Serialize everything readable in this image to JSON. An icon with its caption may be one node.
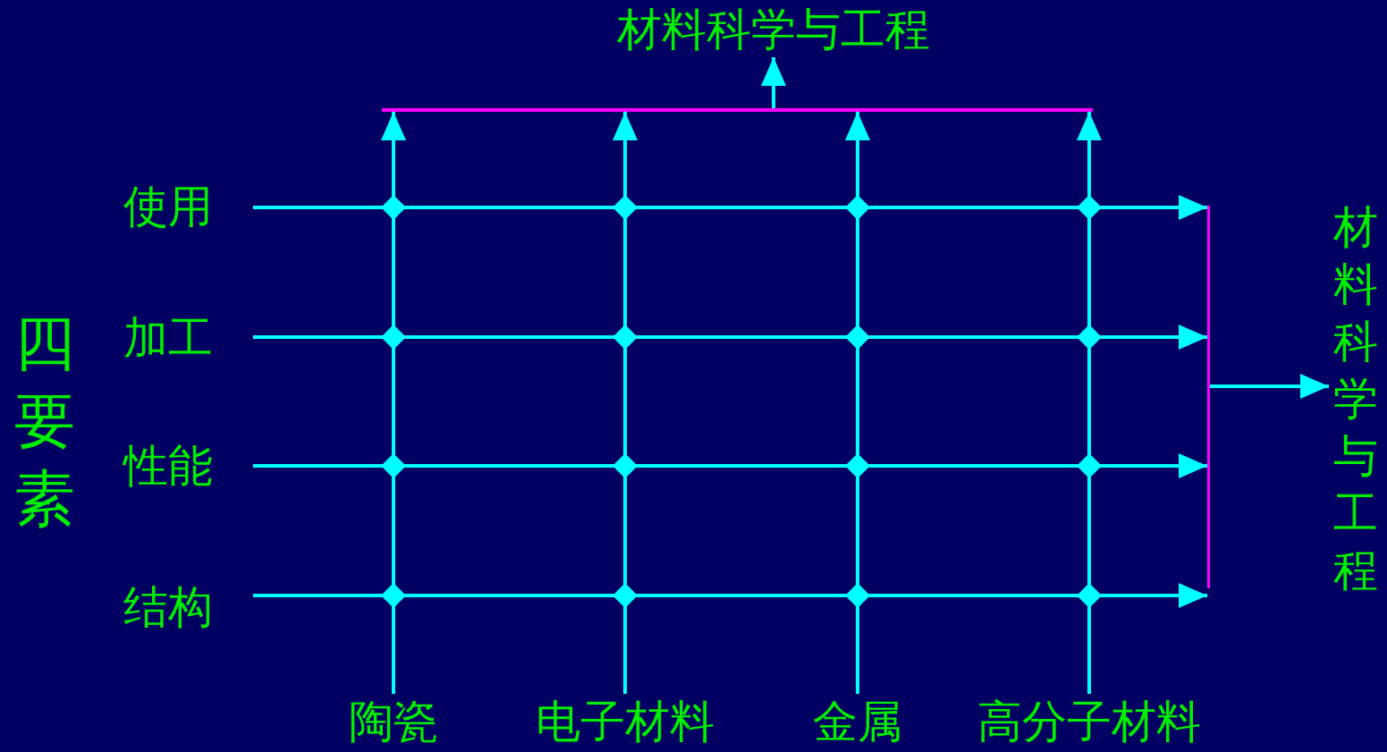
{
  "diagram": {
    "nodes": [
      {
        "text": [
          "材料科学与工程"
        ]
      },
      {
        "text": [],
        "shape": "bar"
      },
      {
        "text": [
          "使用"
        ]
      },
      {
        "text": [
          "加工"
        ]
      },
      {
        "text": [
          "性能"
        ]
      },
      {
        "text": [
          "结构"
        ]
      },
      {
        "text": [
          "四要素"
        ]
      },
      {
        "text": [],
        "shape": "bar"
      },
      {
        "text": [
          "材料科学与工程"
        ]
      },
      {
        "text": [
          "陶瓷"
        ]
      },
      {
        "text": [
          "电子材料"
        ]
      },
      {
        "text": [
          "金属"
        ]
      },
      {
        "text": [
          "高分子材料"
        ]
      }
    ],
    "edges": [
      {
        "from": 1,
        "to": 0,
        "arrow": "to"
      },
      {
        "from": 9,
        "to": 1,
        "arrow": "to"
      },
      {
        "from": 10,
        "to": 1,
        "arrow": "to"
      },
      {
        "from": 11,
        "to": 1,
        "arrow": "to"
      },
      {
        "from": 12,
        "to": 1,
        "arrow": "to"
      },
      {
        "from": 2,
        "to": 7,
        "arrow": "to"
      },
      {
        "from": 3,
        "to": 7,
        "arrow": "to"
      },
      {
        "from": 4,
        "to": 7,
        "arrow": "to"
      },
      {
        "from": 5,
        "to": 7,
        "arrow": "to"
      },
      {
        "from": 7,
        "to": 8,
        "arrow": "to"
      }
    ]
  }
}
